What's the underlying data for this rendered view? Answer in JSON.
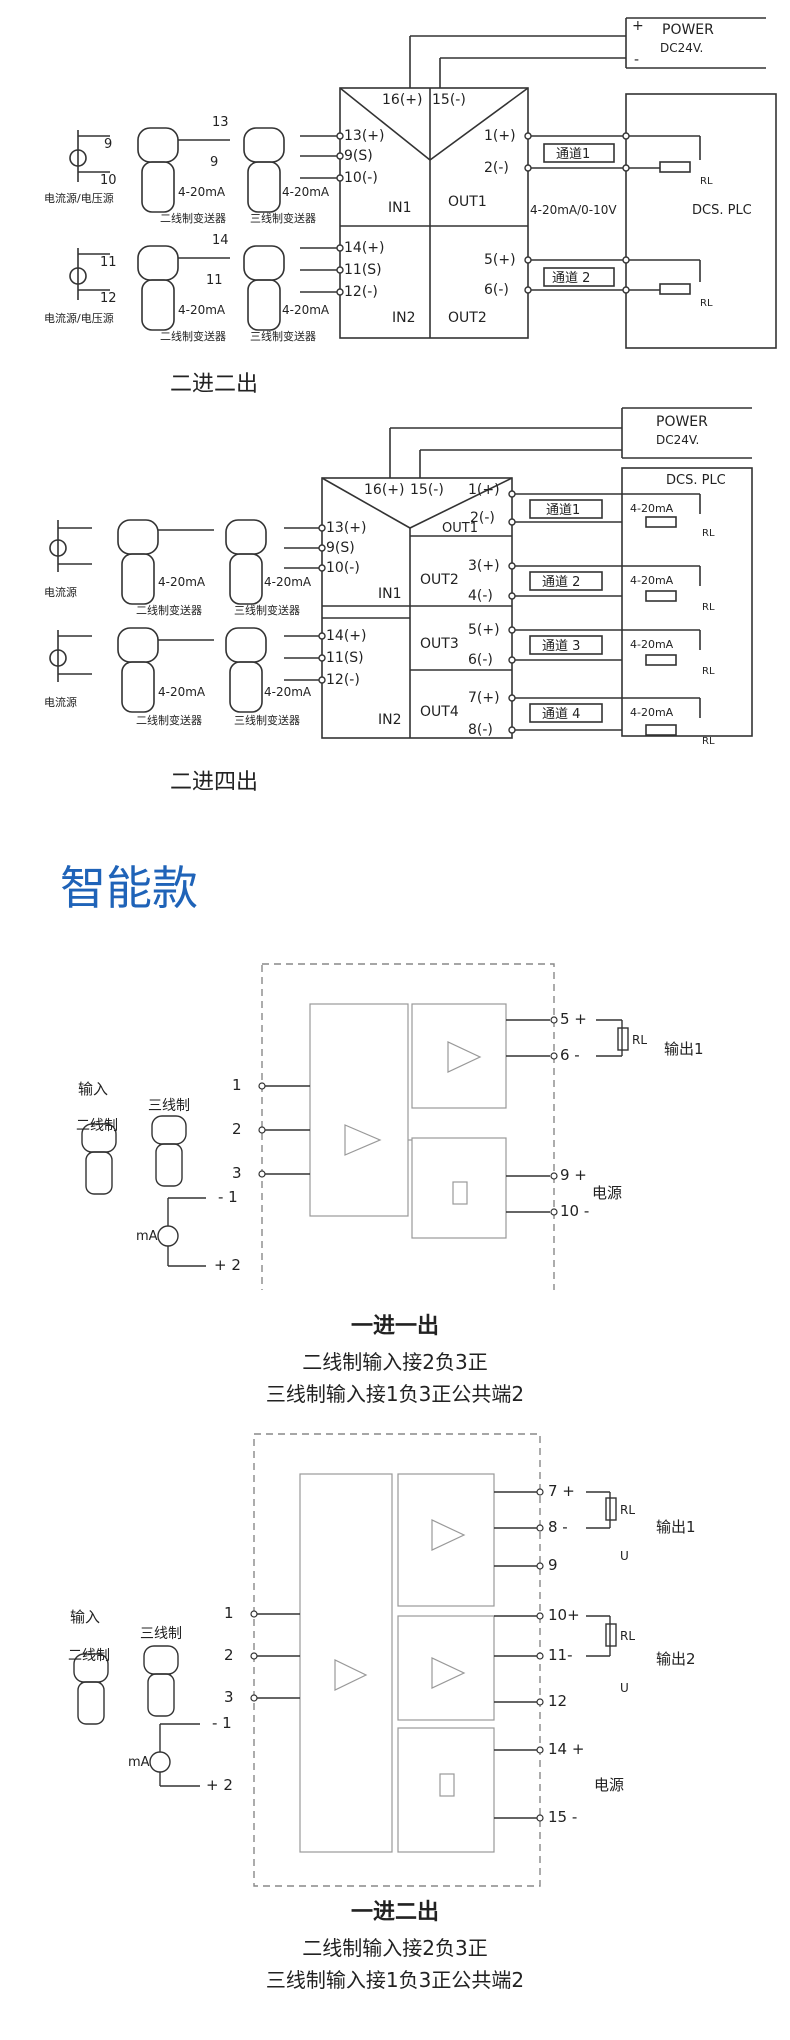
{
  "diagram1": {
    "power": "POWER",
    "dc": "DC24V.",
    "plus": "+",
    "minus": "-",
    "t16": "16(+)",
    "t15": "15(-)",
    "t13": "13(+)",
    "t9": "9(S)",
    "t10": "10(-)",
    "t14": "14(+)",
    "t11": "11(S)",
    "t12": "12(-)",
    "in1": "IN1",
    "in2": "IN2",
    "out1": "OUT1",
    "out2": "OUT2",
    "o1": "1(+)",
    "o2": "2(-)",
    "o5": "5(+)",
    "o6": "6(-)",
    "ch1": "通道1",
    "ch2": "通道 2",
    "signal": "4-20mA/0-10V",
    "dcs": "DCS. PLC",
    "rl": "RL",
    "src_label": "电流源/电压源",
    "tx2": "二线制变送器",
    "tx3": "三线制变送器",
    "ma": "4-20mA",
    "n9": "9",
    "n10": "10",
    "n13": "13",
    "n11": "11",
    "n12": "12",
    "n14": "14",
    "caption": "二进二出"
  },
  "diagram2": {
    "power": "POWER",
    "dc": "DC24V.",
    "t16": "16(+)",
    "t15": "15(-)",
    "o1": "1(+)",
    "o2": "2(-)",
    "out1": "OUT1",
    "t13": "13(+)",
    "t9": "9(S)",
    "t10": "10(-)",
    "t14": "14(+)",
    "t11": "11(S)",
    "t12": "12(-)",
    "in1": "IN1",
    "in2": "IN2",
    "out2": "OUT2",
    "out3": "OUT3",
    "out4": "OUT4",
    "o3": "3(+)",
    "o4": "4(-)",
    "o5": "5(+)",
    "o6": "6(-)",
    "o7": "7(+)",
    "o8": "8(-)",
    "ch1": "通道1",
    "ch2": "通道 2",
    "ch3": "通道 3",
    "ch4": "通道 4",
    "ma": "4-20mA",
    "dcs": "DCS. PLC",
    "rl": "RL",
    "src_label": "电流源",
    "tx2": "二线制变送器",
    "tx3": "三线制变送器",
    "caption": "二进四出"
  },
  "section_title": "智能款",
  "diagram3": {
    "input": "输入",
    "two_wire": "二线制",
    "three_wire": "三线制",
    "t1": "1",
    "t2": "2",
    "t3": "3",
    "minus1": "- 1",
    "plus2": "+ 2",
    "ma": "mA",
    "t5": "5  +",
    "t6": "6  -",
    "t9": "9    +",
    "t10": "10  -",
    "rl": "RL",
    "out1": "输出1",
    "power": "电源",
    "title": "一进一出",
    "line1": "二线制输入接2负3正",
    "line2": "三线制输入接1负3正公共端2"
  },
  "diagram4": {
    "input": "输入",
    "two_wire": "二线制",
    "three_wire": "三线制",
    "t1": "1",
    "t2": "2",
    "t3": "3",
    "minus1": "- 1",
    "plus2": "+ 2",
    "ma": "mA",
    "t7": "7 +",
    "t8": "8 -",
    "t9": "9",
    "t10": "10+",
    "t11": "11-",
    "t12": "12",
    "t14": "14 +",
    "t15": "15 -",
    "rl": "RL",
    "u": "U",
    "out1": "输出1",
    "out2": "输出2",
    "power": "电源",
    "title": "一进二出",
    "line1": "二线制输入接2负3正",
    "line2": "三线制输入接1负3正公共端2"
  },
  "colors": {
    "title_blue": "#1f63b8",
    "line": "#333333",
    "dashed": "#888888"
  }
}
